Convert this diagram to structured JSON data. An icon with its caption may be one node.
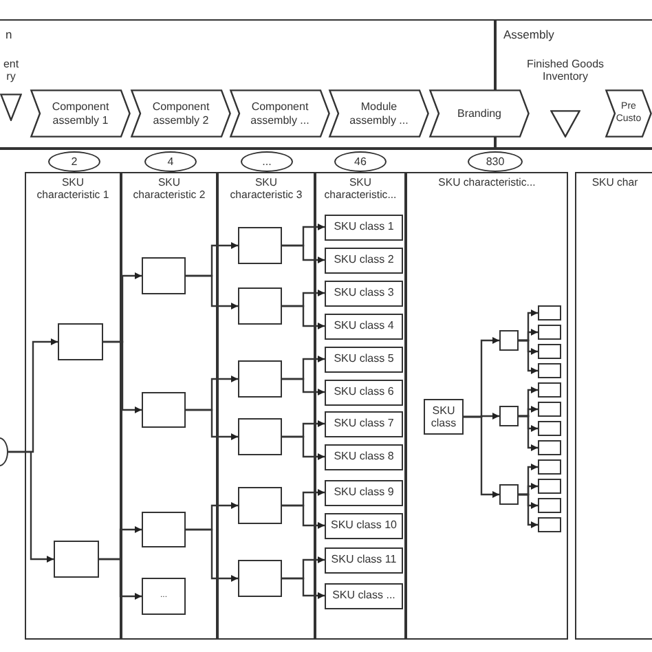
{
  "diagram": {
    "nodes": [
      {
        "text": [
          "n"
        ]
      },
      {
        "text": [
          "Assembly"
        ]
      },
      {
        "text": [
          "ent ry"
        ],
        "in": 0
      },
      {
        "text": [
          "Component assembly 1"
        ],
        "in": 0
      },
      {
        "text": [
          "Component assembly 2"
        ],
        "in": 0
      },
      {
        "text": [
          "Component assembly ..."
        ],
        "in": 0
      },
      {
        "text": [
          "Module assembly ..."
        ],
        "in": 0
      },
      {
        "text": [
          "Branding"
        ]
      },
      {
        "text": [
          "Finished Goods Inventory"
        ],
        "in": 1
      },
      {
        "text": [
          "Pre Custo"
        ],
        "in": 1
      },
      {
        "text": [
          "2"
        ]
      },
      {
        "text": [
          "4"
        ]
      },
      {
        "text": [
          "..."
        ]
      },
      {
        "text": [
          "46"
        ]
      },
      {
        "text": [
          "830"
        ]
      },
      {
        "text": [
          "SKU characteristic 1"
        ]
      },
      {
        "text": [
          "SKU characteristic 2"
        ]
      },
      {
        "text": [
          "SKU characteristic 3"
        ]
      },
      {
        "text": [
          "SKU characteristic..."
        ]
      },
      {
        "text": [
          "SKU characteristic..."
        ]
      },
      {
        "text": [
          "SKU char"
        ]
      },
      {
        "text": [],
        "shape": "circle"
      },
      {
        "text": [],
        "shape": "box",
        "in": 15
      },
      {
        "text": [],
        "shape": "box",
        "in": 15
      },
      {
        "text": [],
        "shape": "box",
        "in": 16
      },
      {
        "text": [],
        "shape": "box",
        "in": 16
      },
      {
        "text": [],
        "shape": "box",
        "in": 16
      },
      {
        "text": [
          "..."
        ],
        "in": 16
      },
      {
        "text": [],
        "shape": "box",
        "in": 17
      },
      {
        "text": [],
        "shape": "box",
        "in": 17
      },
      {
        "text": [],
        "shape": "box",
        "in": 17
      },
      {
        "text": [],
        "shape": "box",
        "in": 17
      },
      {
        "text": [],
        "shape": "box",
        "in": 17
      },
      {
        "text": [],
        "shape": "box",
        "in": 17
      },
      {
        "text": [
          "SKU class 1"
        ],
        "in": 18
      },
      {
        "text": [
          "SKU class 2"
        ],
        "in": 18
      },
      {
        "text": [
          "SKU class 3"
        ],
        "in": 18
      },
      {
        "text": [
          "SKU class 4"
        ],
        "in": 18
      },
      {
        "text": [
          "SKU class 5"
        ],
        "in": 18
      },
      {
        "text": [
          "SKU class 6"
        ],
        "in": 18
      },
      {
        "text": [
          "SKU class 7"
        ],
        "in": 18
      },
      {
        "text": [
          "SKU class 8"
        ],
        "in": 18
      },
      {
        "text": [
          "SKU class 9"
        ],
        "in": 18
      },
      {
        "text": [
          "SKU class 10"
        ],
        "in": 18
      },
      {
        "text": [
          "SKU class 11"
        ],
        "in": 18
      },
      {
        "text": [
          "SKU class ..."
        ],
        "in": 18
      },
      {
        "text": [
          "SKU class"
        ],
        "in": 19
      },
      {
        "text": [],
        "shape": "box",
        "in": 19
      },
      {
        "text": [],
        "shape": "box",
        "in": 19
      },
      {
        "text": [],
        "shape": "box",
        "in": 19
      },
      {
        "text": [],
        "shape": "box",
        "in": 19
      },
      {
        "text": [],
        "shape": "box",
        "in": 19
      },
      {
        "text": [],
        "shape": "box",
        "in": 19
      },
      {
        "text": [],
        "shape": "box",
        "in": 19
      },
      {
        "text": [],
        "shape": "box",
        "in": 19
      },
      {
        "text": [],
        "shape": "box",
        "in": 19
      },
      {
        "text": [],
        "shape": "box",
        "in": 19
      },
      {
        "text": [],
        "shape": "box",
        "in": 19
      },
      {
        "text": [],
        "shape": "box",
        "in": 19
      },
      {
        "text": [],
        "shape": "box",
        "in": 19
      },
      {
        "text": [],
        "shape": "box",
        "in": 19
      },
      {
        "text": [],
        "shape": "box",
        "in": 19
      }
    ],
    "edges": [
      {
        "from": 21,
        "to": 22,
        "arrow": "to"
      },
      {
        "from": 21,
        "to": 23,
        "arrow": "to"
      },
      {
        "from": 22,
        "to": 24,
        "arrow": "to"
      },
      {
        "from": 22,
        "to": 25,
        "arrow": "to"
      },
      {
        "from": 23,
        "to": 26,
        "arrow": "to"
      },
      {
        "from": 23,
        "to": 27,
        "arrow": "to"
      },
      {
        "from": 24,
        "to": 28,
        "arrow": "to"
      },
      {
        "from": 24,
        "to": 29,
        "arrow": "to"
      },
      {
        "from": 25,
        "to": 30,
        "arrow": "to"
      },
      {
        "from": 25,
        "to": 31,
        "arrow": "to"
      },
      {
        "from": 26,
        "to": 32,
        "arrow": "to"
      },
      {
        "from": 26,
        "to": 33,
        "arrow": "to"
      },
      {
        "from": 28,
        "to": 34,
        "arrow": "to"
      },
      {
        "from": 28,
        "to": 35,
        "arrow": "to"
      },
      {
        "from": 29,
        "to": 36,
        "arrow": "to"
      },
      {
        "from": 29,
        "to": 37,
        "arrow": "to"
      },
      {
        "from": 30,
        "to": 38,
        "arrow": "to"
      },
      {
        "from": 30,
        "to": 39,
        "arrow": "to"
      },
      {
        "from": 31,
        "to": 40,
        "arrow": "to"
      },
      {
        "from": 31,
        "to": 41,
        "arrow": "to"
      },
      {
        "from": 32,
        "to": 42,
        "arrow": "to"
      },
      {
        "from": 32,
        "to": 43,
        "arrow": "to"
      },
      {
        "from": 33,
        "to": 44,
        "arrow": "to"
      },
      {
        "from": 33,
        "to": 45,
        "arrow": "to"
      },
      {
        "from": 46,
        "to": 47,
        "arrow": "to"
      },
      {
        "from": 46,
        "to": 48,
        "arrow": "to"
      },
      {
        "from": 46,
        "to": 49,
        "arrow": "to"
      },
      {
        "from": 47,
        "to": 50,
        "arrow": "to"
      },
      {
        "from": 47,
        "to": 51,
        "arrow": "to"
      },
      {
        "from": 47,
        "to": 52,
        "arrow": "to"
      },
      {
        "from": 47,
        "to": 53,
        "arrow": "to"
      },
      {
        "from": 48,
        "to": 54,
        "arrow": "to"
      },
      {
        "from": 48,
        "to": 55,
        "arrow": "to"
      },
      {
        "from": 48,
        "to": 56,
        "arrow": "to"
      },
      {
        "from": 48,
        "to": 57,
        "arrow": "to"
      },
      {
        "from": 49,
        "to": 58,
        "arrow": "to"
      },
      {
        "from": 49,
        "to": 59,
        "arrow": "to"
      },
      {
        "from": 49,
        "to": 60,
        "arrow": "to"
      },
      {
        "from": 49,
        "to": 61,
        "arrow": "to"
      }
    ]
  }
}
